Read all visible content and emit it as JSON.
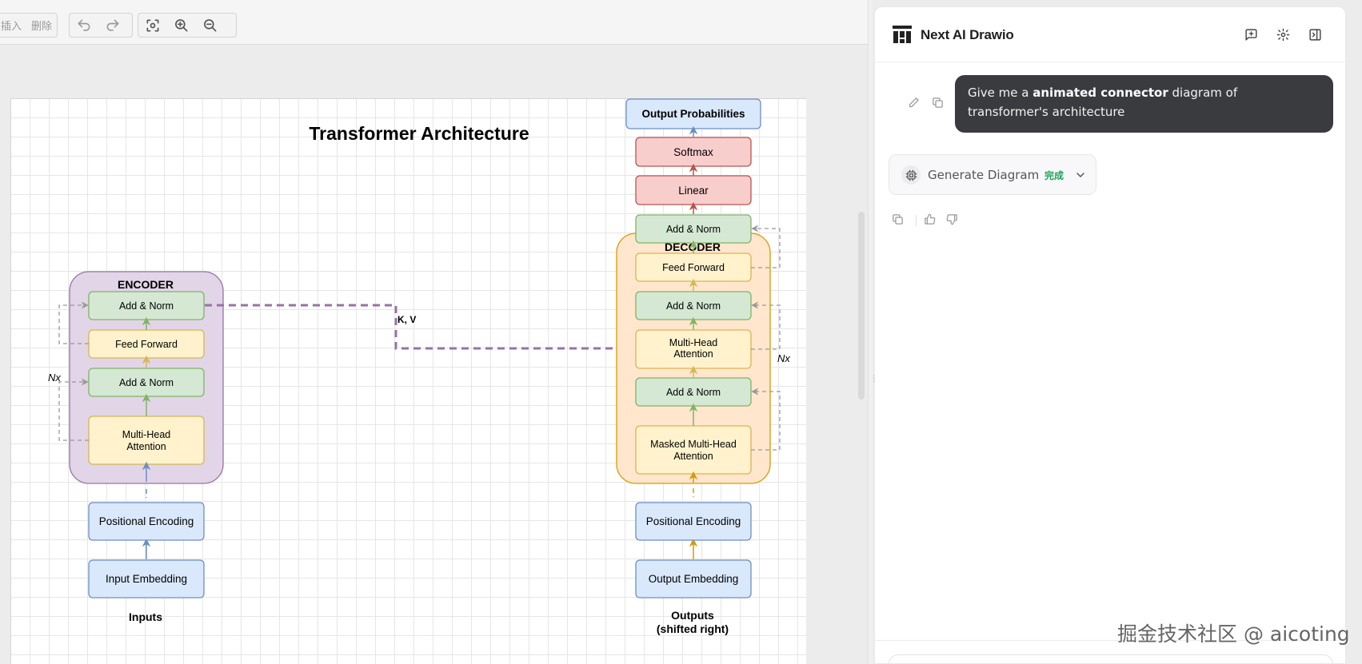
{
  "toolbar": {
    "insert_label": "插入",
    "delete_label": "删除",
    "undo_icon": "undo-icon",
    "redo_icon": "redo-icon",
    "fit_icon": "fit-screen-icon",
    "zoom_in_icon": "zoom-in-icon",
    "zoom_out_icon": "zoom-out-icon"
  },
  "diagram": {
    "title": "Transformer Architecture",
    "encoder": {
      "label": "ENCODER",
      "blocks": [
        "Add & Norm",
        "Feed Forward",
        "Add & Norm",
        "Multi-Head\nAttention"
      ],
      "positional": "Positional Encoding",
      "embedding": "Input Embedding",
      "caption": "Inputs",
      "repeat": "Nx"
    },
    "decoder": {
      "label": "DECODER",
      "blocks": [
        "Add & Norm",
        "Feed Forward",
        "Add & Norm",
        "Multi-Head\nAttention",
        "Add & Norm",
        "Masked Multi-Head\nAttention"
      ],
      "positional": "Positional Encoding",
      "embedding": "Output Embedding",
      "caption_line1": "Outputs",
      "caption_line2": "(shifted right)",
      "repeat": "Nx"
    },
    "head": {
      "linear": "Linear",
      "softmax": "Softmax",
      "output": "Output Probabilities"
    },
    "kv_label": "K, V",
    "colors": {
      "encoder_fill": "#e1d5e7",
      "encoder_stroke": "#9673a6",
      "decoder_fill": "#ffe6cc",
      "decoder_stroke": "#d79b00",
      "green_fill": "#d5e8d4",
      "green_stroke": "#82b366",
      "yellow_fill": "#fff2cc",
      "yellow_stroke": "#d6b656",
      "blue_fill": "#dae8fc",
      "blue_stroke": "#6c8ebf",
      "red_fill": "#f8cecc",
      "red_stroke": "#b85450"
    }
  },
  "panel": {
    "app_name": "Next AI Drawio",
    "header_icons": [
      "new-chat-icon",
      "settings-icon",
      "collapse-panel-icon"
    ],
    "user_message": {
      "prefix": "Give me a ",
      "bold": "animated connector",
      "suffix": " diagram of transformer's architecture"
    },
    "tool_call": {
      "label": "Generate Diagram",
      "status": "完成"
    }
  },
  "watermark": "掘金技术社区 @ aicoting"
}
